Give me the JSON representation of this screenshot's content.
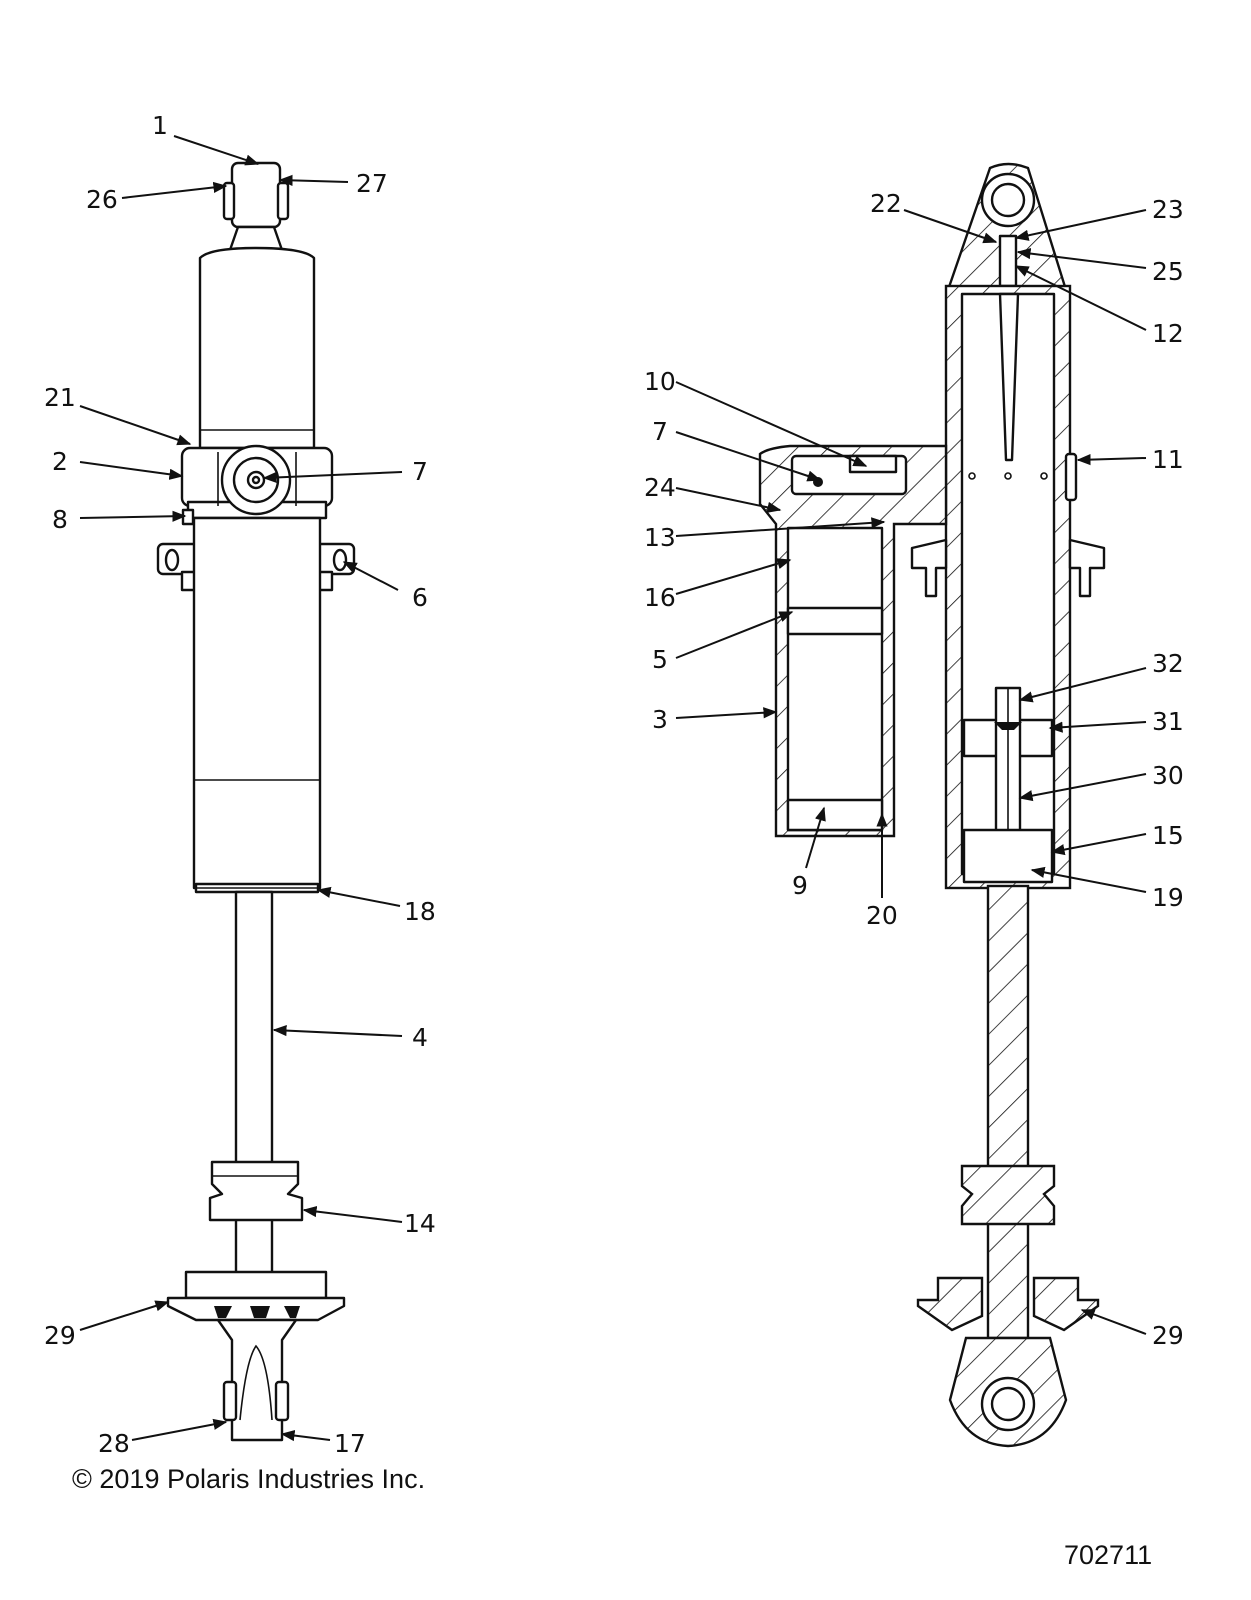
{
  "footer": {
    "copyright": "© 2019 Polaris Industries Inc.",
    "drawing_number": "702711"
  },
  "callouts": {
    "left": {
      "c1": "1",
      "c26": "26",
      "c27": "27",
      "c21": "21",
      "c2": "2",
      "c7": "7",
      "c8": "8",
      "c6": "6",
      "c18": "18",
      "c4": "4",
      "c14": "14",
      "c29": "29",
      "c28": "28",
      "c17": "17"
    },
    "right": {
      "c22": "22",
      "c23": "23",
      "c25": "25",
      "c12": "12",
      "c10": "10",
      "c7": "7",
      "c24": "24",
      "c11": "11",
      "c13": "13",
      "c16": "16",
      "c5": "5",
      "c3": "3",
      "c32": "32",
      "c31": "31",
      "c30": "30",
      "c15": "15",
      "c19": "19",
      "c9": "9",
      "c20": "20",
      "c29": "29"
    }
  }
}
